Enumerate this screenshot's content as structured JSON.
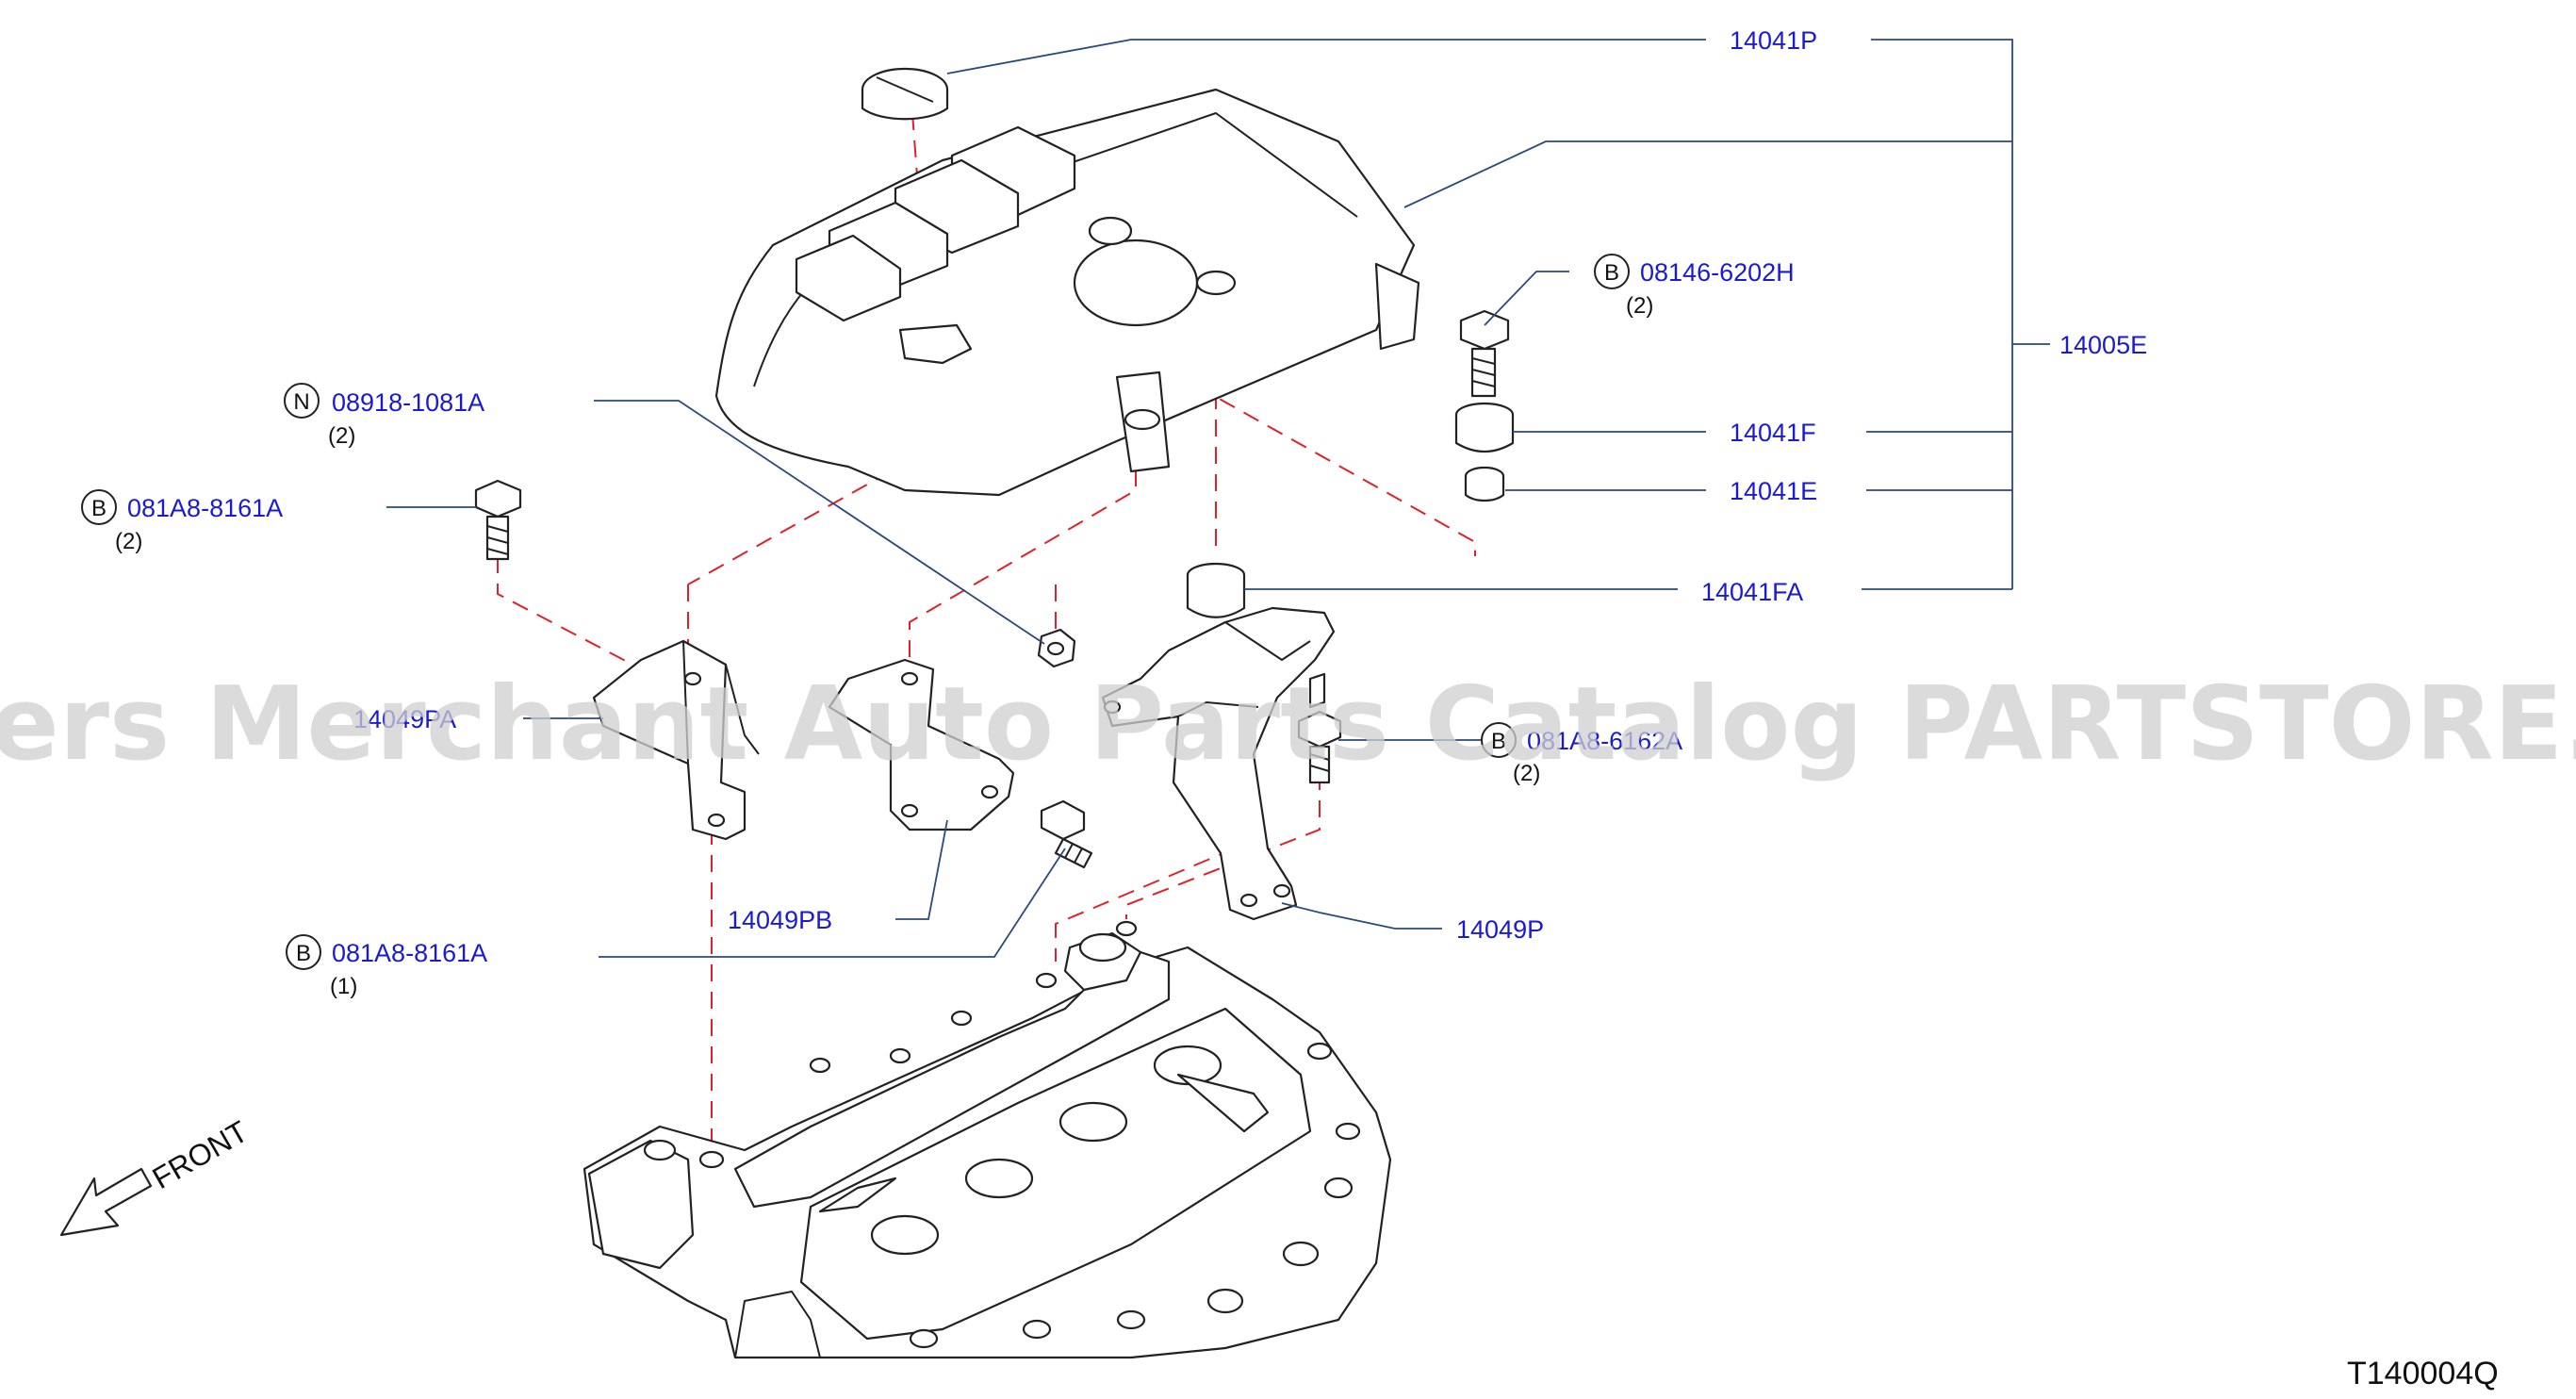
{
  "watermark": "Offers Merchant Auto Parts Catalog PARTSTORE.SA",
  "figure_code": "T140004Q",
  "front_label": "FRONT",
  "callouts": {
    "p14041P": {
      "label": "14041P"
    },
    "p14005E": {
      "label": "14005E"
    },
    "p14041F": {
      "label": "14041F"
    },
    "p14041E": {
      "label": "14041E"
    },
    "p14041FA": {
      "label": "14041FA"
    },
    "p14049PA": {
      "label": "14049PA"
    },
    "p14049PB": {
      "label": "14049PB"
    },
    "p14049P": {
      "label": "14049P"
    },
    "bolt_08146": {
      "badge": "B",
      "label": "08146-6202H",
      "qty": "(2)"
    },
    "nut_08918": {
      "badge": "N",
      "label": "08918-1081A",
      "qty": "(2)"
    },
    "bolt_081A8_left": {
      "badge": "B",
      "label": "081A8-8161A",
      "qty": "(2)"
    },
    "bolt_081A8_lower": {
      "badge": "B",
      "label": "081A8-8161A",
      "qty": "(1)"
    },
    "bolt_right": {
      "badge": "B",
      "label": "081A8-6162A",
      "qty": "(2)"
    }
  }
}
